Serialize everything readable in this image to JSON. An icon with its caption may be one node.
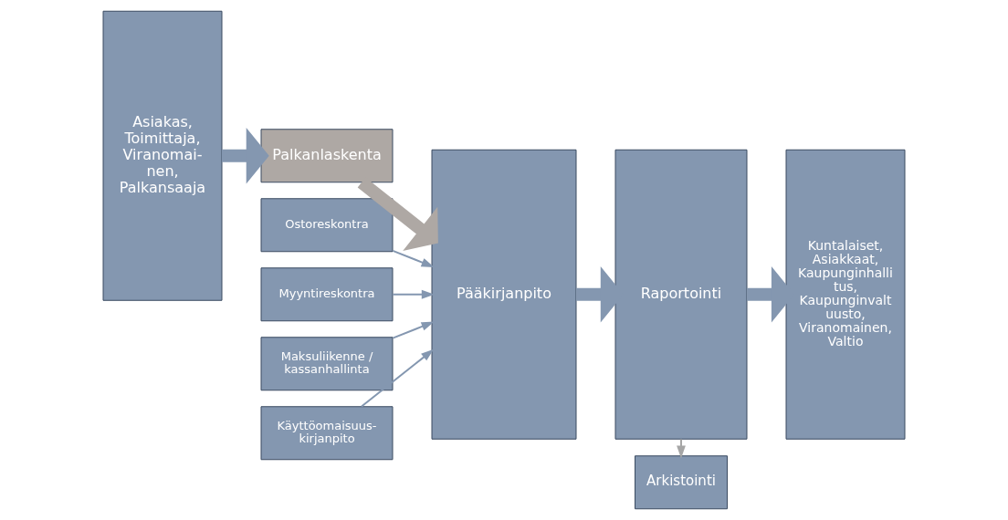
{
  "diagram": {
    "nodes": [
      {
        "text": [
          "Asiakas, Toimittaja, Viranomai- nen, Palkansaaja"
        ]
      },
      {
        "text": [
          "Ostoreskontra"
        ]
      },
      {
        "text": [
          "Myyntireskontra"
        ]
      },
      {
        "text": [
          "Palkanlaskenta"
        ]
      },
      {
        "text": [
          "Maksuliikenne / kassanhallinta"
        ]
      },
      {
        "text": [
          "Käyttöomaisuus- kirjanpito"
        ]
      },
      {
        "text": [
          "Pääkirjanpito"
        ]
      },
      {
        "text": [
          "Raportointi"
        ]
      },
      {
        "text": [
          "Kuntalaiset, Asiakkaat, Kaupunginhalli tus, Kaupunginvalt uusto, Viranomainen, Valtio"
        ]
      },
      {
        "text": [
          "Arkistointi"
        ]
      }
    ],
    "edges": [
      {
        "from": 0,
        "to": 3,
        "arrow": "to",
        "style": "thick"
      },
      {
        "from": 1,
        "to": 6,
        "arrow": "to"
      },
      {
        "from": 2,
        "to": 6,
        "arrow": "to"
      },
      {
        "from": 3,
        "to": 6,
        "arrow": "to",
        "style": "thick",
        "color": "#aea8a4"
      },
      {
        "from": 4,
        "to": 6,
        "arrow": "to"
      },
      {
        "from": 5,
        "to": 6,
        "arrow": "to"
      },
      {
        "from": 6,
        "to": 7,
        "arrow": "to",
        "style": "thick"
      },
      {
        "from": 7,
        "to": 8,
        "arrow": "to",
        "style": "thick"
      },
      {
        "from": 7,
        "to": 9,
        "arrow": "to",
        "color": "#a6a6a6"
      }
    ]
  }
}
